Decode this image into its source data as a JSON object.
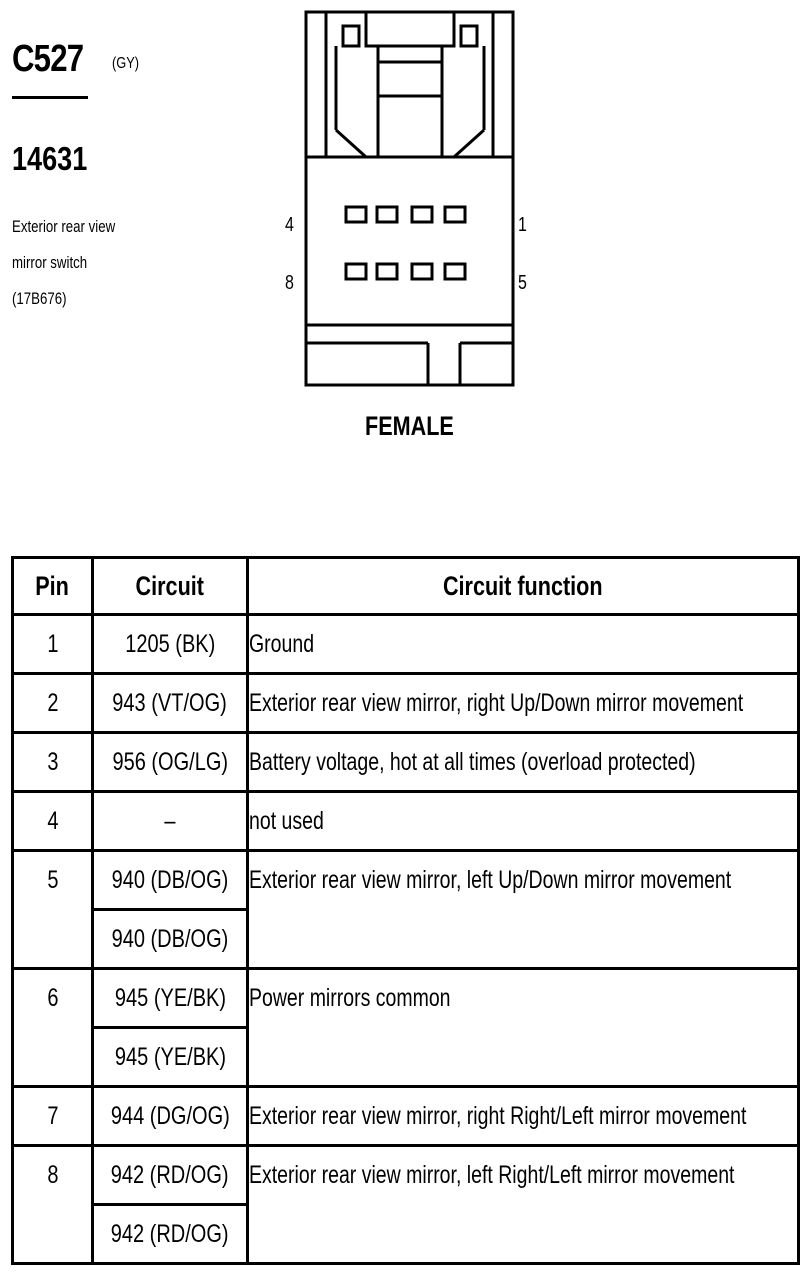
{
  "connector": {
    "code": "C527",
    "color": "(GY)",
    "number": "14631",
    "description_lines": [
      "Exterior rear view",
      "mirror switch",
      "(17B676)"
    ],
    "pin_labels": {
      "top_left": "4",
      "top_right": "1",
      "bottom_left": "8",
      "bottom_right": "5"
    },
    "gender": "FEMALE"
  },
  "table": {
    "headers": [
      "Pin",
      "Circuit",
      "Circuit function"
    ],
    "rows": [
      {
        "pin": "1",
        "circuits": [
          "1205 (BK)"
        ],
        "function": "Ground"
      },
      {
        "pin": "2",
        "circuits": [
          "943 (VT/OG)"
        ],
        "function": "Exterior rear view mirror, right  Up/Down mirror movement"
      },
      {
        "pin": "3",
        "circuits": [
          "956 (OG/LG)"
        ],
        "function": "Battery voltage, hot at all times (overload protected)"
      },
      {
        "pin": "4",
        "circuits": [
          "–"
        ],
        "function": "not used"
      },
      {
        "pin": "5",
        "circuits": [
          "940 (DB/OG)",
          "940 (DB/OG)"
        ],
        "function": "Exterior rear view mirror, left  Up/Down mirror movement"
      },
      {
        "pin": "6",
        "circuits": [
          "945 (YE/BK)",
          "945 (YE/BK)"
        ],
        "function": "Power mirrors common"
      },
      {
        "pin": "7",
        "circuits": [
          "944 (DG/OG)"
        ],
        "function": "Exterior rear view mirror, right  Right/Left mirror movement"
      },
      {
        "pin": "8",
        "circuits": [
          "942 (RD/OG)",
          "942 (RD/OG)"
        ],
        "function": "Exterior rear view mirror, left  Right/Left mirror movement"
      }
    ]
  }
}
